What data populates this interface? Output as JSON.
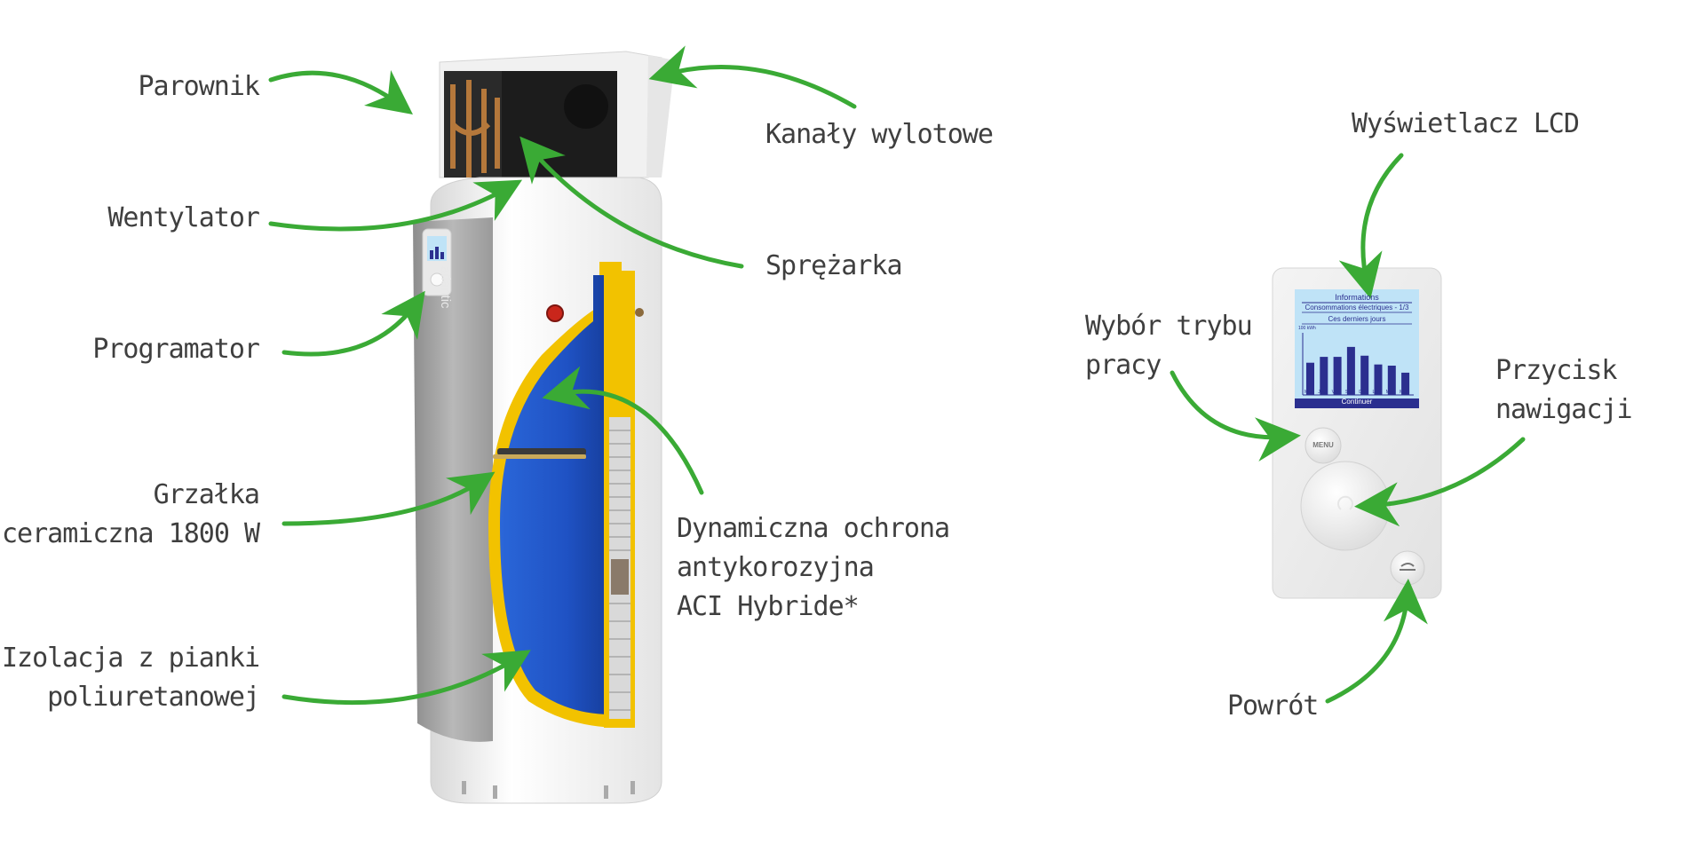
{
  "left_labels": {
    "evaporator": "Parownik",
    "fan": "Wentylator",
    "programmer": "Programator",
    "heater_line1": "Grzałka",
    "heater_line2": "ceramiczna 1800 W",
    "insulation_line1": "Izolacja z pianki",
    "insulation_line2": "poliuretanowej"
  },
  "center_labels": {
    "outlets": "Kanały wylotowe",
    "compressor": "Sprężarka",
    "aci_line1": "Dynamiczna ochrona",
    "aci_line2": "antykorozyjna",
    "aci_line3": "ACI Hybride*"
  },
  "right_labels": {
    "lcd": "Wyświetlacz LCD",
    "mode_line1": "Wybór trybu",
    "mode_line2": "pracy",
    "nav_line1": "Przycisk",
    "nav_line2": "nawigacji",
    "back": "Powrót"
  },
  "heater_brand": "atlantic",
  "controller": {
    "menu_label": "MENU",
    "screen_title": "Informations",
    "screen_subtitle": "Consommations électriques - 1/3",
    "screen_period": "Ces derniers jours",
    "screen_unit": "100 kWh",
    "screen_button": "Continuer",
    "days": [
      "Mer",
      "Jeu",
      "Ven",
      "Sam",
      "Dim",
      "Lun",
      "Mar",
      "Mer"
    ],
    "bar_values": [
      0.55,
      0.65,
      0.65,
      0.82,
      0.67,
      0.52,
      0.5,
      0.38
    ]
  },
  "colors": {
    "arrow": "#3aaa35",
    "tank_blue": "#1f52c4",
    "insulation_yellow": "#f2c200",
    "lcd_bg": "#bfe3f7",
    "bar": "#2b2f8f"
  }
}
